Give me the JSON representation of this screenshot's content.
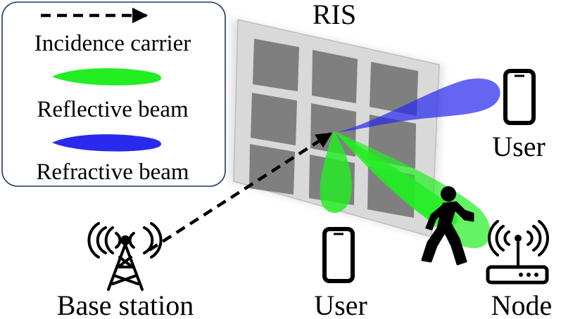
{
  "legend": {
    "items": [
      {
        "label": "Incidence carrier",
        "symbol": "dashed-arrow"
      },
      {
        "label": "Reflective beam",
        "symbol": "green-beam"
      },
      {
        "label": "Refractive beam",
        "symbol": "blue-beam"
      }
    ]
  },
  "labels": {
    "ris": "RIS",
    "base_station": "Base station",
    "user_bottom": "User",
    "user_right": "User",
    "node": "Node"
  },
  "colors": {
    "reflective_beam": "#22ee22",
    "refractive_beam": "#2a2aee",
    "ris_frame": "#d9d9d9",
    "ris_cell": "#7f7f7f",
    "legend_border": "#1f3a5f"
  },
  "icons": [
    "base-station-tower-icon",
    "smartphone-icon",
    "walking-person-icon",
    "router-icon",
    "wifi-waves-icon"
  ]
}
